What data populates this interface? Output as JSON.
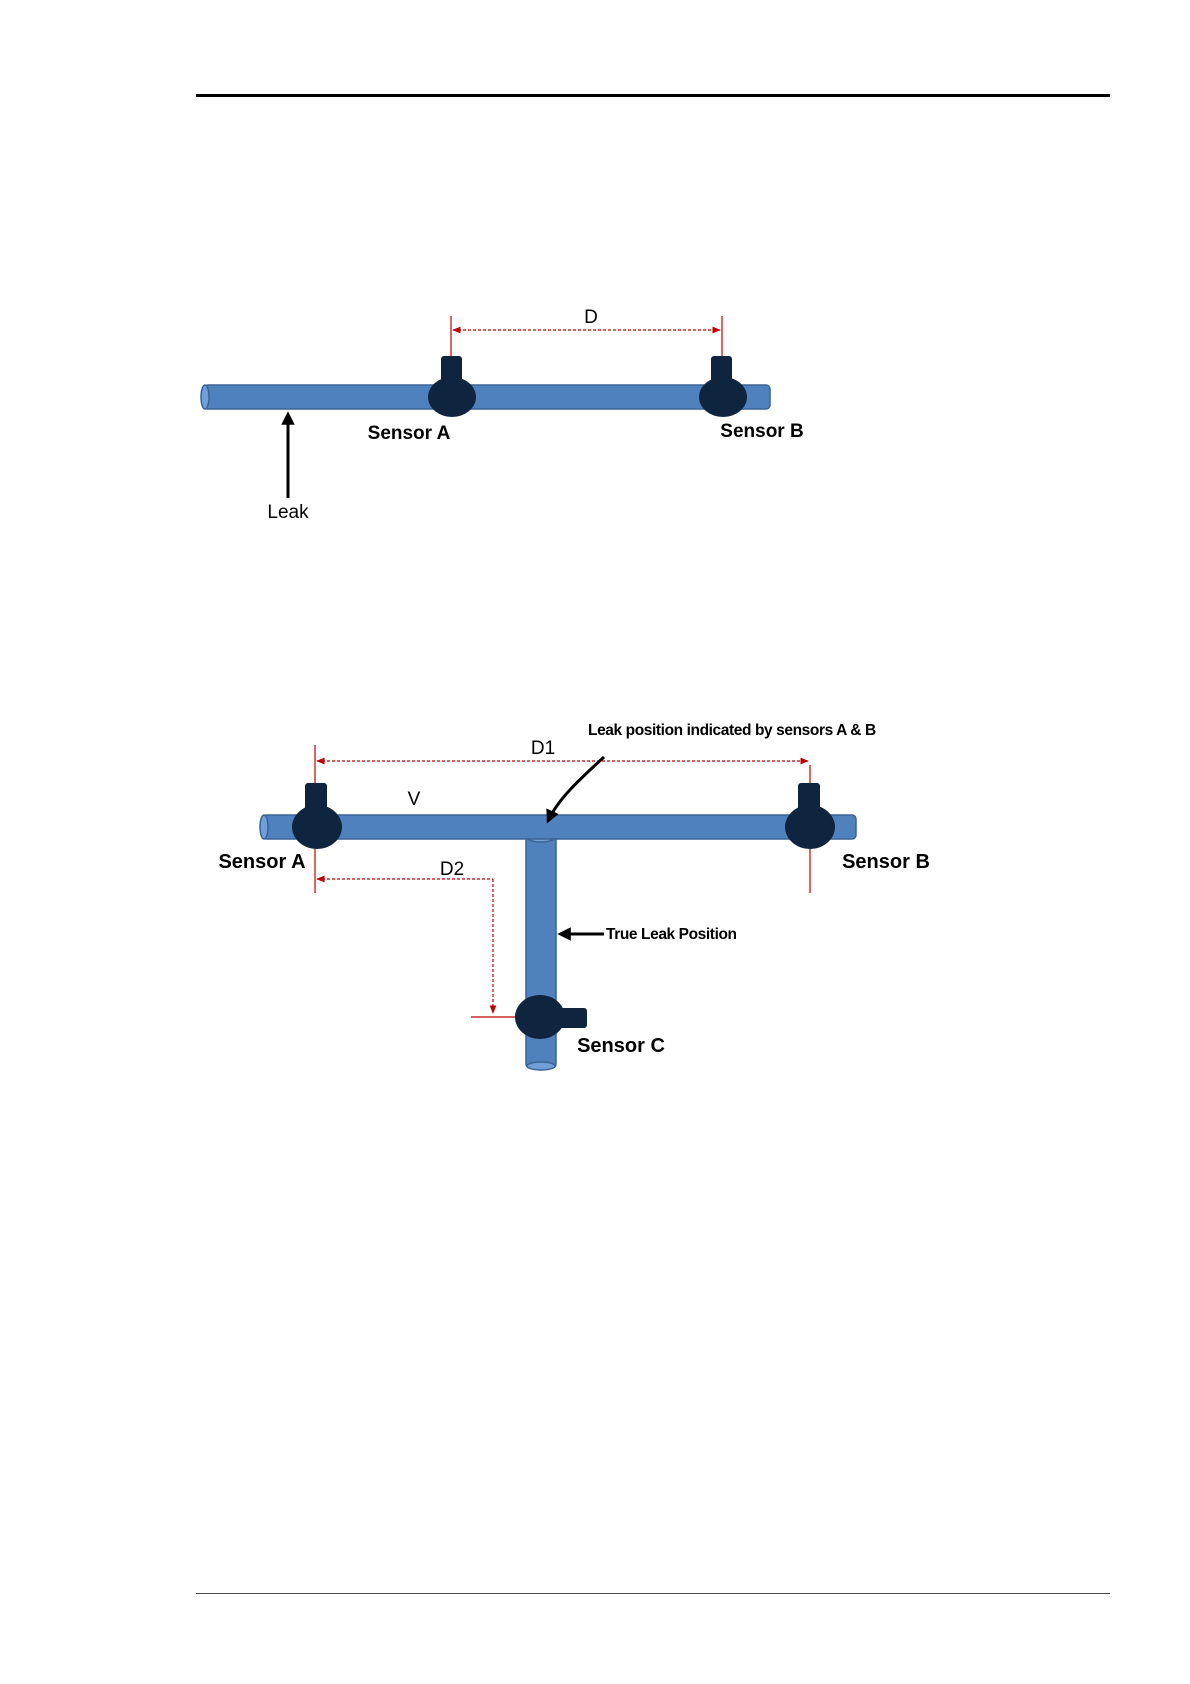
{
  "figure1": {
    "distance_label": "D",
    "sensor_a_label": "Sensor A",
    "sensor_b_label": "Sensor B",
    "leak_label": "Leak"
  },
  "figure2": {
    "distance_1_label": "D1",
    "distance_2_label": "D2",
    "velocity_label": "V",
    "indicated_leak_label": "Leak position indicated by sensors A & B",
    "true_leak_label": "True Leak Position",
    "sensor_a_label": "Sensor A",
    "sensor_b_label": "Sensor B",
    "sensor_c_label": "Sensor C"
  },
  "colors": {
    "pipe": "#4f81bd",
    "sensor": "#0f243e",
    "dimension_line": "#c00000"
  }
}
